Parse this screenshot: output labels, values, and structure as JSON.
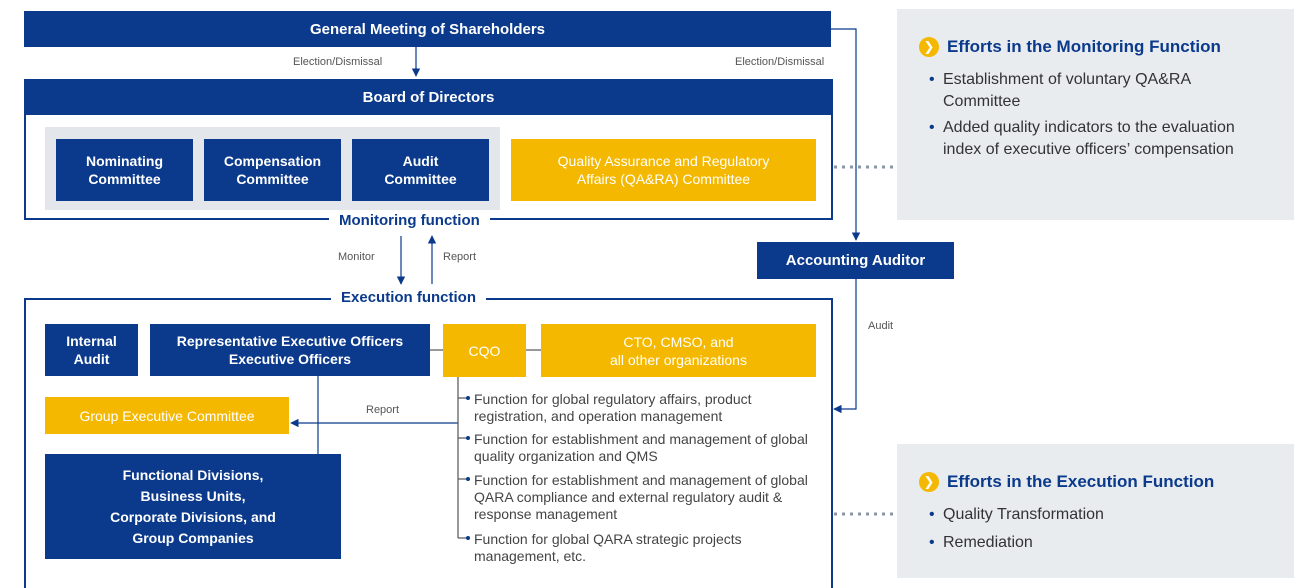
{
  "top": {
    "shareholders": "General Meeting of Shareholders",
    "election_left": "Election/Dismissal",
    "election_right": "Election/Dismissal"
  },
  "board": {
    "title": "Board of Directors",
    "committees": [
      "Nominating\nCommittee",
      "Compensation\nCommittee",
      "Audit\nCommittee"
    ],
    "qara": "Quality Assurance and Regulatory\nAffairs (QA&RA) Committee",
    "monitoring_label": "Monitoring function"
  },
  "flow": {
    "monitor": "Monitor",
    "report": "Report",
    "audit": "Audit",
    "report2": "Report"
  },
  "auditor": "Accounting Auditor",
  "execution": {
    "label": "Execution function",
    "internal_audit": "Internal\nAudit",
    "rep_officers": "Representative Executive Officers\nExecutive Officers",
    "cqo": "CQO",
    "cto": "CTO, CMSO, and\nall other organizations",
    "group_exec": "Group Executive Committee",
    "divisions": "Functional Divisions,\nBusiness Units,\nCorporate Divisions, and\nGroup Companies",
    "functions": [
      "Function for global regulatory affairs, product registration, and operation management",
      "Function for establishment and management of global quality organization and QMS",
      "Function for establishment and management of global QARA compliance and external regulatory audit & response management",
      "Function for global QARA strategic projects management, etc."
    ]
  },
  "panels": {
    "monitoring": {
      "title": "Efforts in the Monitoring Function",
      "items": [
        "Establishment of voluntary QA&RA Committee",
        "Added quality indicators to the evaluation index of executive officers’ compensation"
      ]
    },
    "execution": {
      "title": "Efforts in the Execution Function",
      "items": [
        "Quality Transformation",
        "Remediation"
      ]
    }
  },
  "colors": {
    "navy": "#0b3a8c",
    "yellow": "#f5b800",
    "panel": "#e8ecef"
  }
}
